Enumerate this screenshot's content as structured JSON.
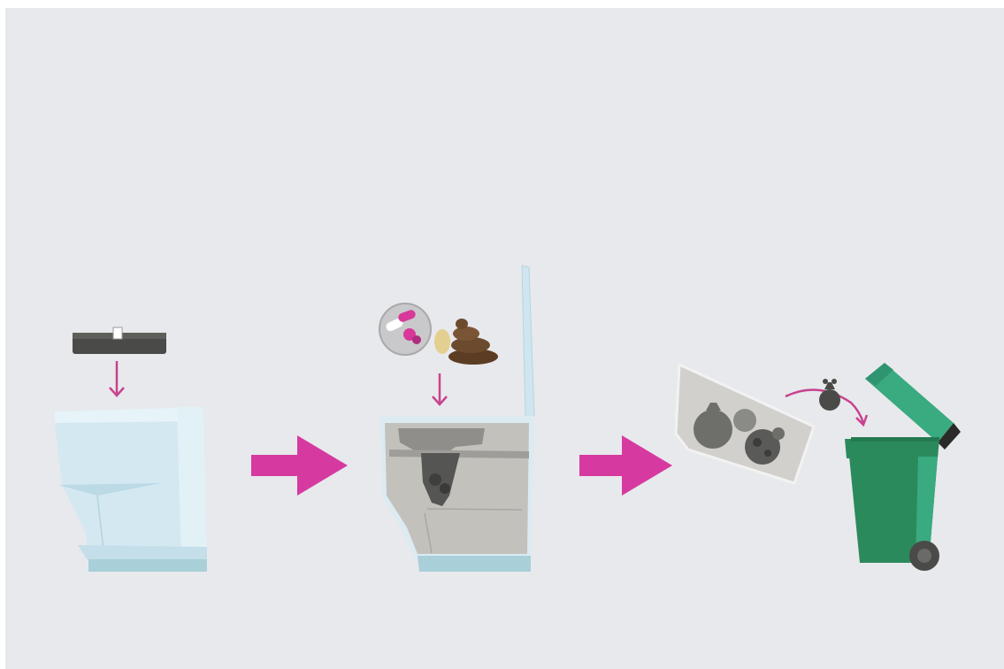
{
  "diagram": {
    "steps": [
      {
        "id": "insert-cartridge",
        "icon": "cartridge-into-toilet"
      },
      {
        "id": "use-toilet",
        "icon": "waste-into-bag"
      },
      {
        "id": "dispose-bag",
        "icon": "bag-into-bin"
      }
    ],
    "colors": {
      "background": "#e8e9ec",
      "accent_arrow": "#d63aa0",
      "toilet_body": "#d3e6f0",
      "toilet_outline": "#b9dbe6",
      "bin_green": "#2b8a5c",
      "bin_lid": "#3aaa80",
      "waste_brown": "#6b4a2e",
      "bag_gray": "#6a6a6a"
    }
  }
}
